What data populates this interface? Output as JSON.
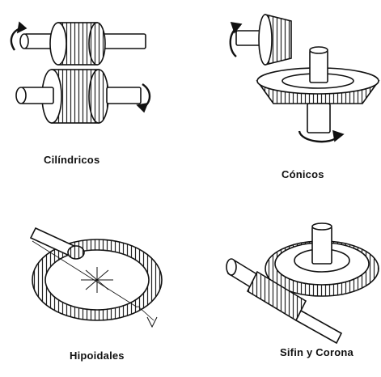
{
  "items": [
    {
      "label": "Cilíndricos",
      "icon": "spur-gears-icon"
    },
    {
      "label": "Cónicos",
      "icon": "bevel-gears-icon"
    },
    {
      "label": "Hipoidales",
      "icon": "hypoid-gears-icon"
    },
    {
      "label": "Sifin y Corona",
      "icon": "worm-gear-icon"
    }
  ],
  "colors": {
    "ink": "#111111",
    "paper": "#ffffff",
    "shade": "#cfcfcf"
  }
}
